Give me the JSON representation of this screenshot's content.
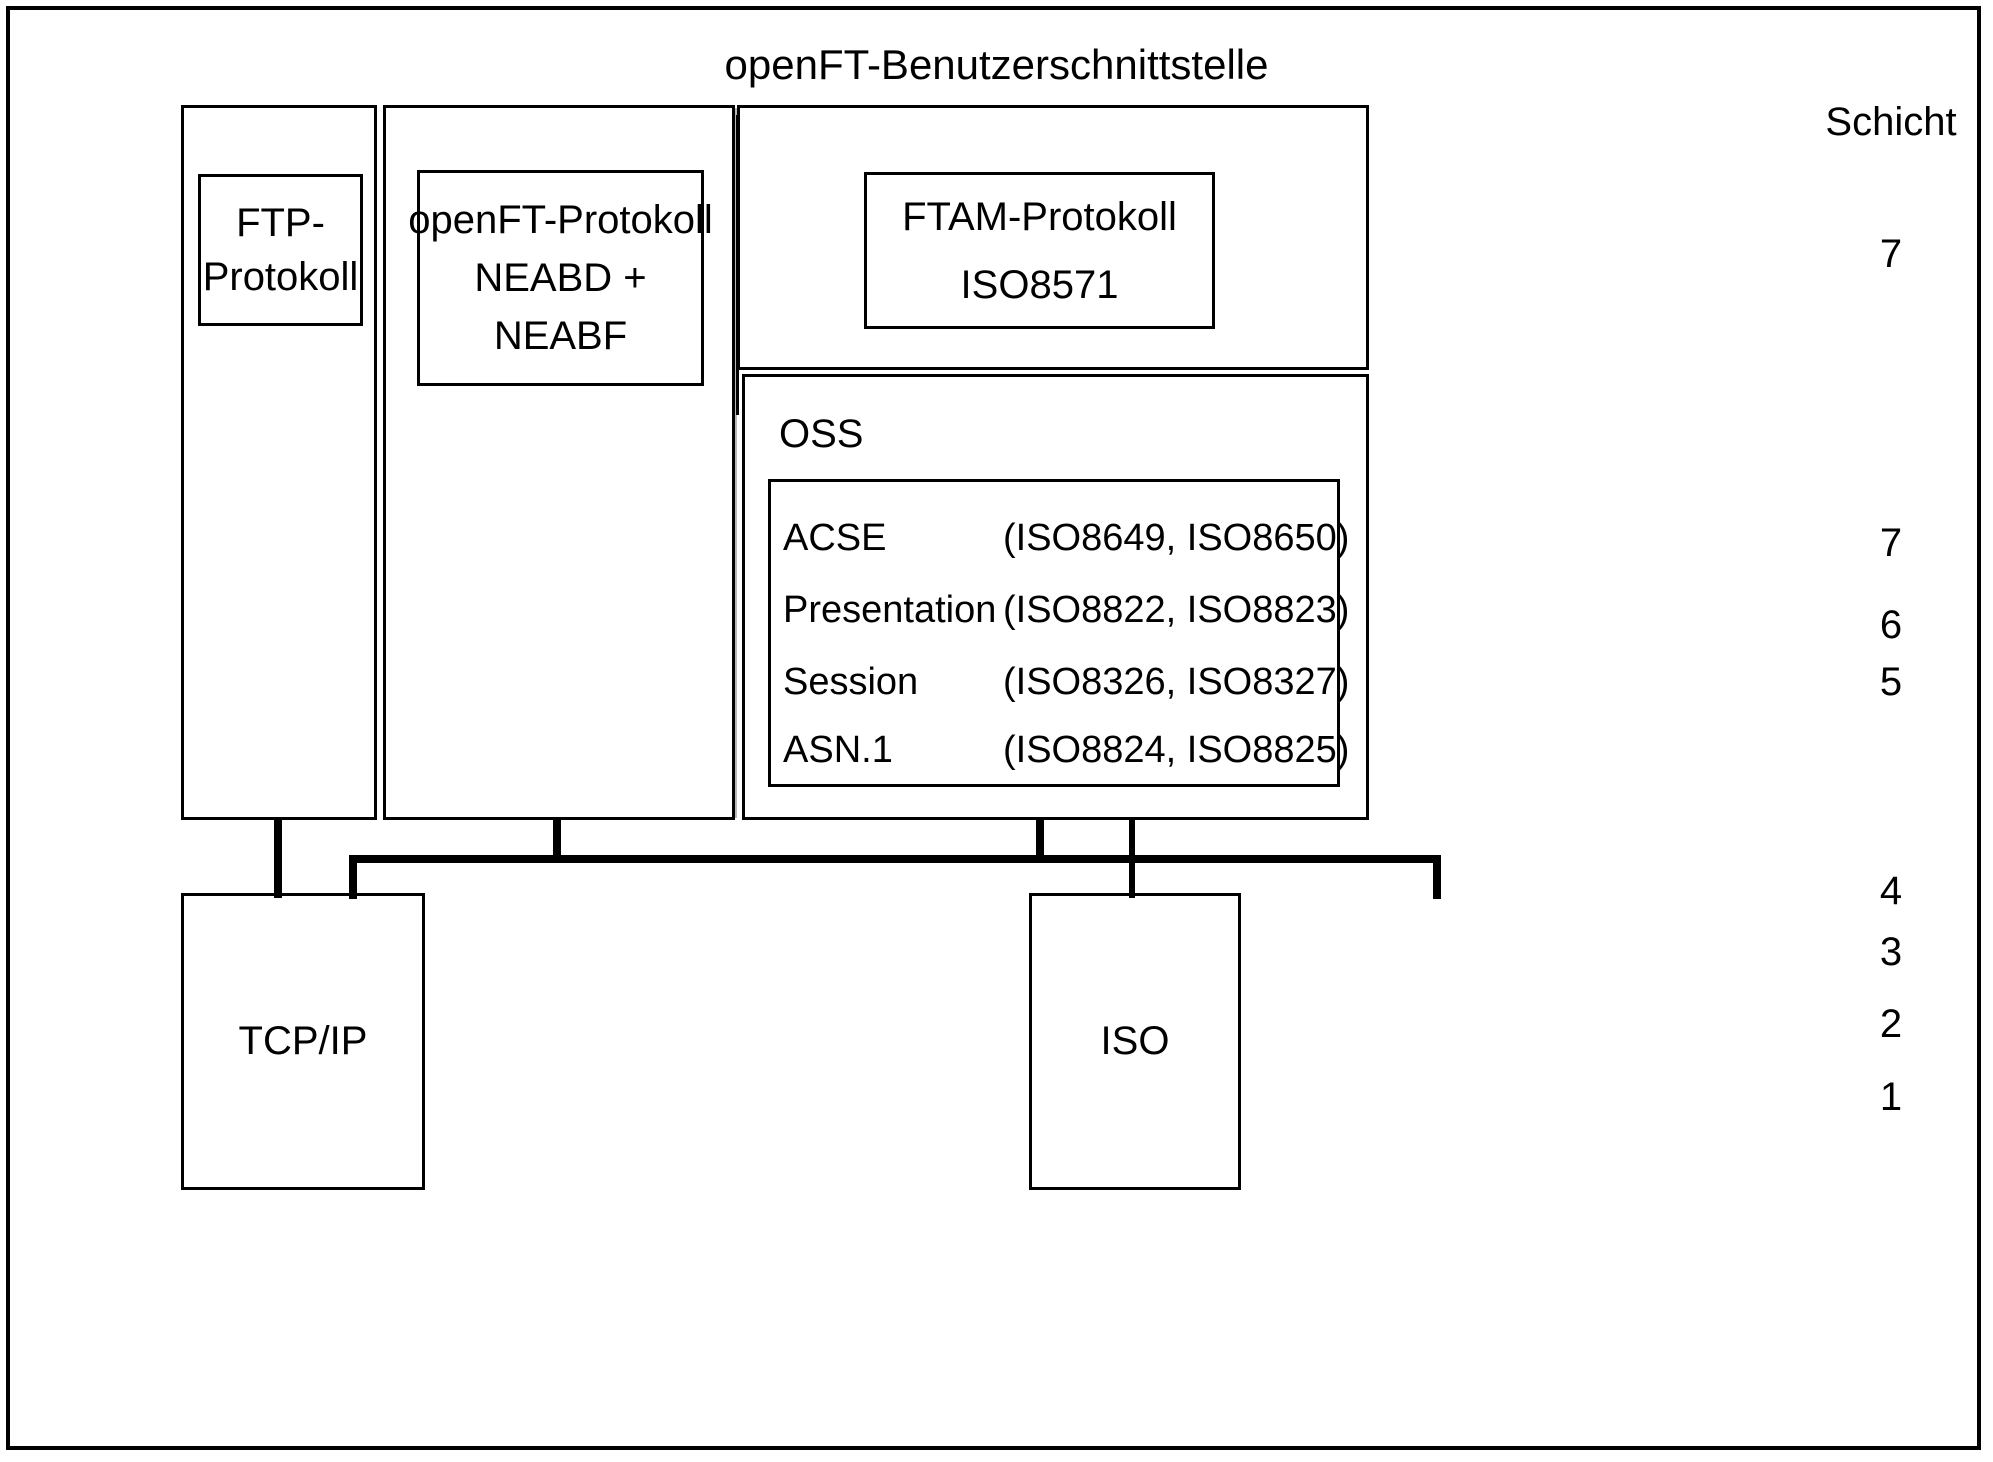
{
  "title": "openFT-Benutzerschnittstelle",
  "columns": {
    "ftp": {
      "protocol_label_line1": "FTP-",
      "protocol_label_line2": "Protokoll"
    },
    "openft": {
      "protocol_label_line1": "openFT-Protokoll",
      "protocol_label_line2": "NEABD +",
      "protocol_label_line3": "NEABF"
    },
    "ftam": {
      "protocol_label_line1": "FTAM-Protokoll",
      "protocol_label_line2": "ISO8571"
    }
  },
  "oss": {
    "label": "OSS",
    "rows": [
      {
        "name": "ACSE",
        "iso": "(ISO8649, ISO8650)"
      },
      {
        "name": "Presentation",
        "iso": "(ISO8822, ISO8823)"
      },
      {
        "name": "Session",
        "iso": "(ISO8326, ISO8327)"
      },
      {
        "name": "ASN.1",
        "iso": "(ISO8824, ISO8825)"
      }
    ]
  },
  "bottom": {
    "tcpip_label": "TCP/IP",
    "iso_label": "ISO"
  },
  "layers": {
    "header": "Schicht",
    "items": [
      {
        "value": "7"
      },
      {
        "value": "7"
      },
      {
        "value": "6"
      },
      {
        "value": "5"
      },
      {
        "value": "4"
      },
      {
        "value": "3"
      },
      {
        "value": "2"
      },
      {
        "value": "1"
      }
    ]
  },
  "colors": {
    "line": "#000000",
    "background": "#ffffff",
    "divider_gray": "#b9b9b9"
  }
}
